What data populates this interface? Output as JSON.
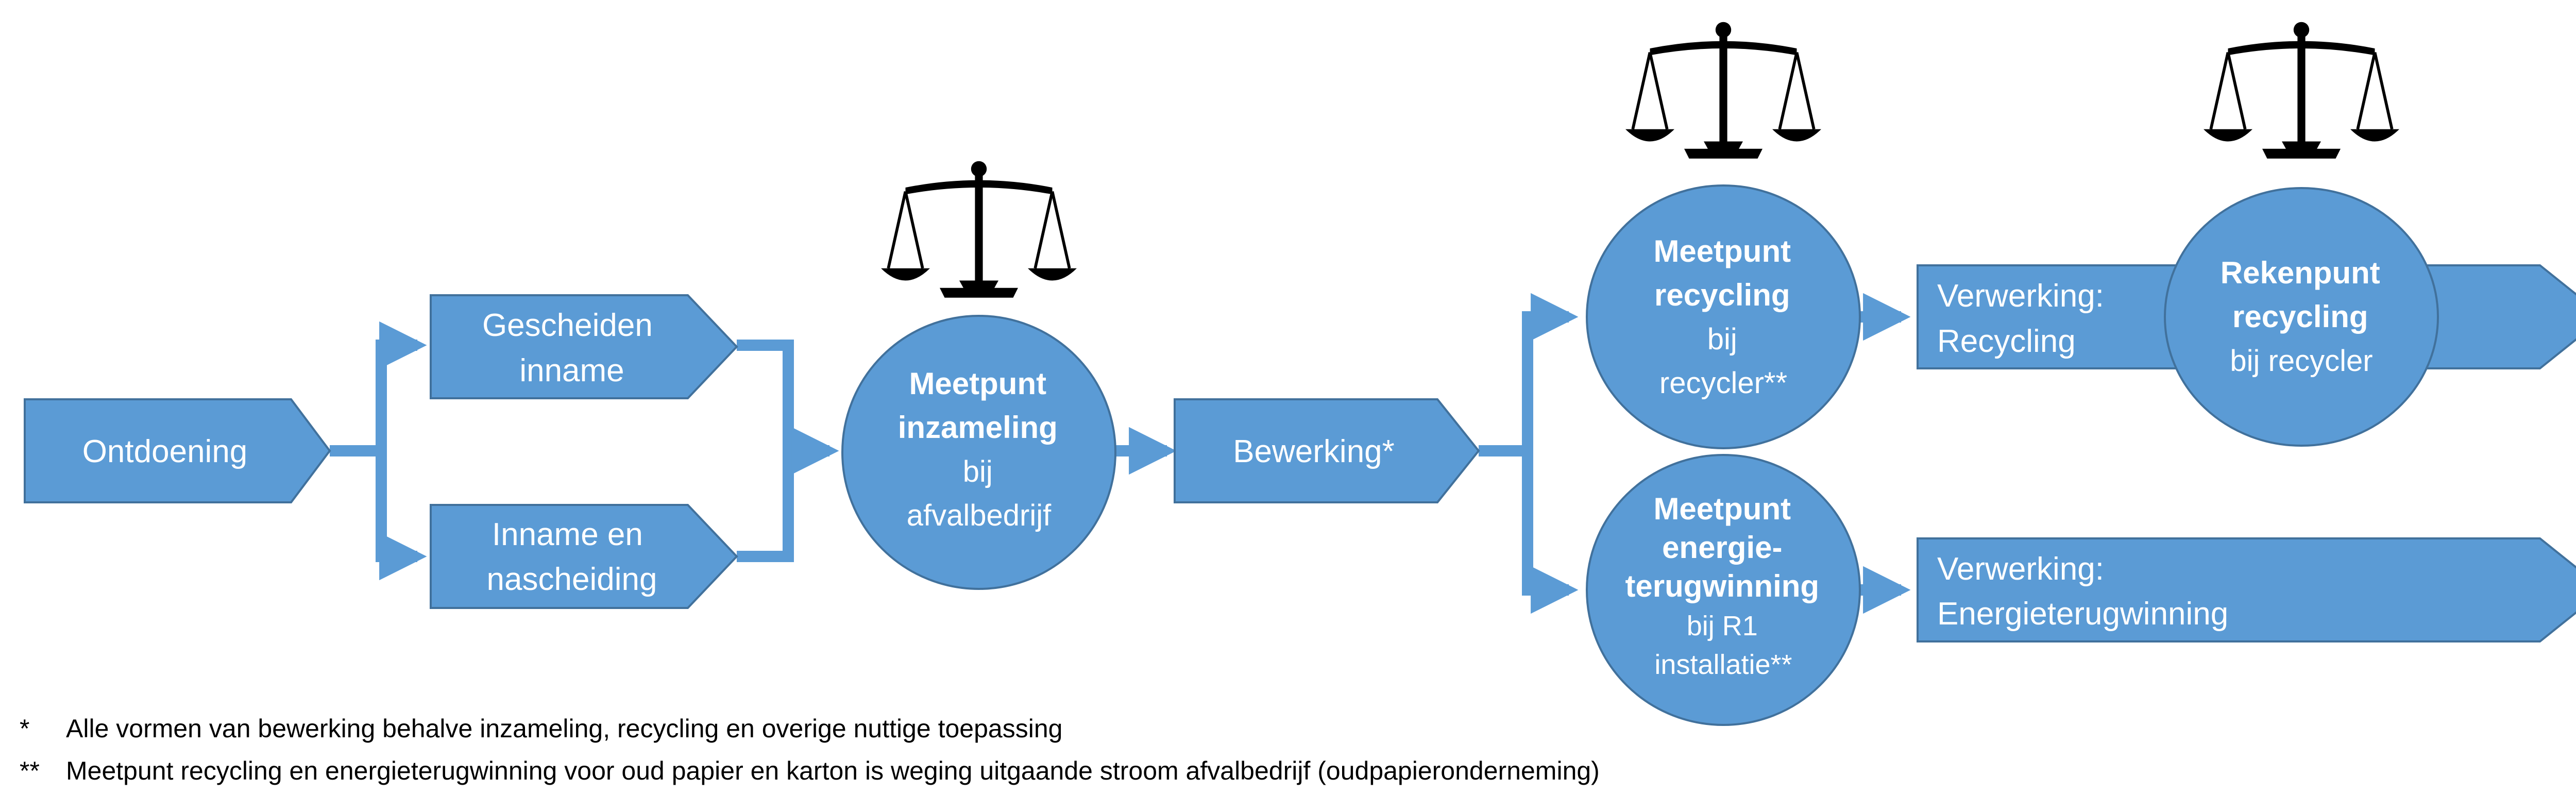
{
  "colors": {
    "fill": "#5b9bd5",
    "stroke": "#41719c",
    "connector": "#5b9bd5",
    "text": "#ffffff",
    "scale": "#000000"
  },
  "nodes": {
    "ontdoening": "Ontdoening",
    "gescheiden": [
      "Gescheiden",
      "inname"
    ],
    "nascheiding": [
      "Inname en",
      "nascheiding"
    ],
    "meetpunt_inzameling": {
      "bold": [
        "Meetpunt",
        "inzameling"
      ],
      "normal": [
        "bij",
        "afvalbedrijf"
      ]
    },
    "bewerking": "Bewerking*",
    "meetpunt_recycling": {
      "bold": [
        "Meetpunt",
        "recycling"
      ],
      "normal": [
        "bij",
        "recycler**"
      ]
    },
    "meetpunt_energie": {
      "bold": [
        "Meetpunt",
        "energie-",
        "terugwinning"
      ],
      "normal": [
        "bij R1",
        "installatie**"
      ]
    },
    "verwerking_recycling": [
      "Verwerking:",
      "Recycling"
    ],
    "rekenpunt_recycling": {
      "bold": [
        "Rekenpunt",
        "recycling"
      ],
      "normal": [
        "bij recycler"
      ]
    },
    "verwerking_energie": [
      "Verwerking:",
      "Energieterugwinning"
    ]
  },
  "icons": [
    "scale-icon",
    "scale-icon",
    "scale-icon"
  ],
  "footnotes": [
    {
      "mark": "*",
      "text": "Alle vormen van bewerking behalve inzameling, recycling en overige nuttige toepassing"
    },
    {
      "mark": "**",
      "text": "Meetpunt recycling en energieterugwinning voor oud papier en karton is weging uitgaande stroom afvalbedrijf (oudpapieronderneming)"
    }
  ]
}
